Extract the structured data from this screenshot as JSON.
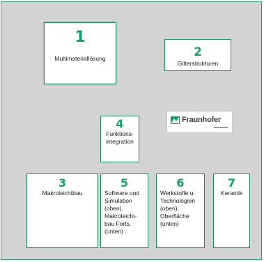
{
  "boxes": {
    "box1": {
      "number": "1",
      "label": "Multimateriallösung"
    },
    "box2": {
      "number": "2",
      "label": "Gitterstrukturen"
    },
    "box3": {
      "number": "3",
      "label": "Makroleichtbau"
    },
    "box4": {
      "number": "4",
      "label_lines": [
        "Funktions-",
        "integration"
      ]
    },
    "box5": {
      "number": "5",
      "label_lines": [
        "Software und",
        "Simulation",
        "(oben),",
        "Makroleicht-",
        "bau Forts.",
        "(unten)"
      ]
    },
    "box6": {
      "number": "6",
      "label_lines": [
        "Werkstoffe u.",
        "Technologien",
        "(oben),",
        "Oberfläche",
        "(unten)"
      ]
    },
    "box7": {
      "number": "7",
      "label": "Keramik"
    }
  },
  "logo": {
    "text": "Fraunhofer"
  },
  "colors": {
    "accent": "#179c6b",
    "border": "#1f8a5c",
    "panel_background": "#d3d3d3"
  }
}
